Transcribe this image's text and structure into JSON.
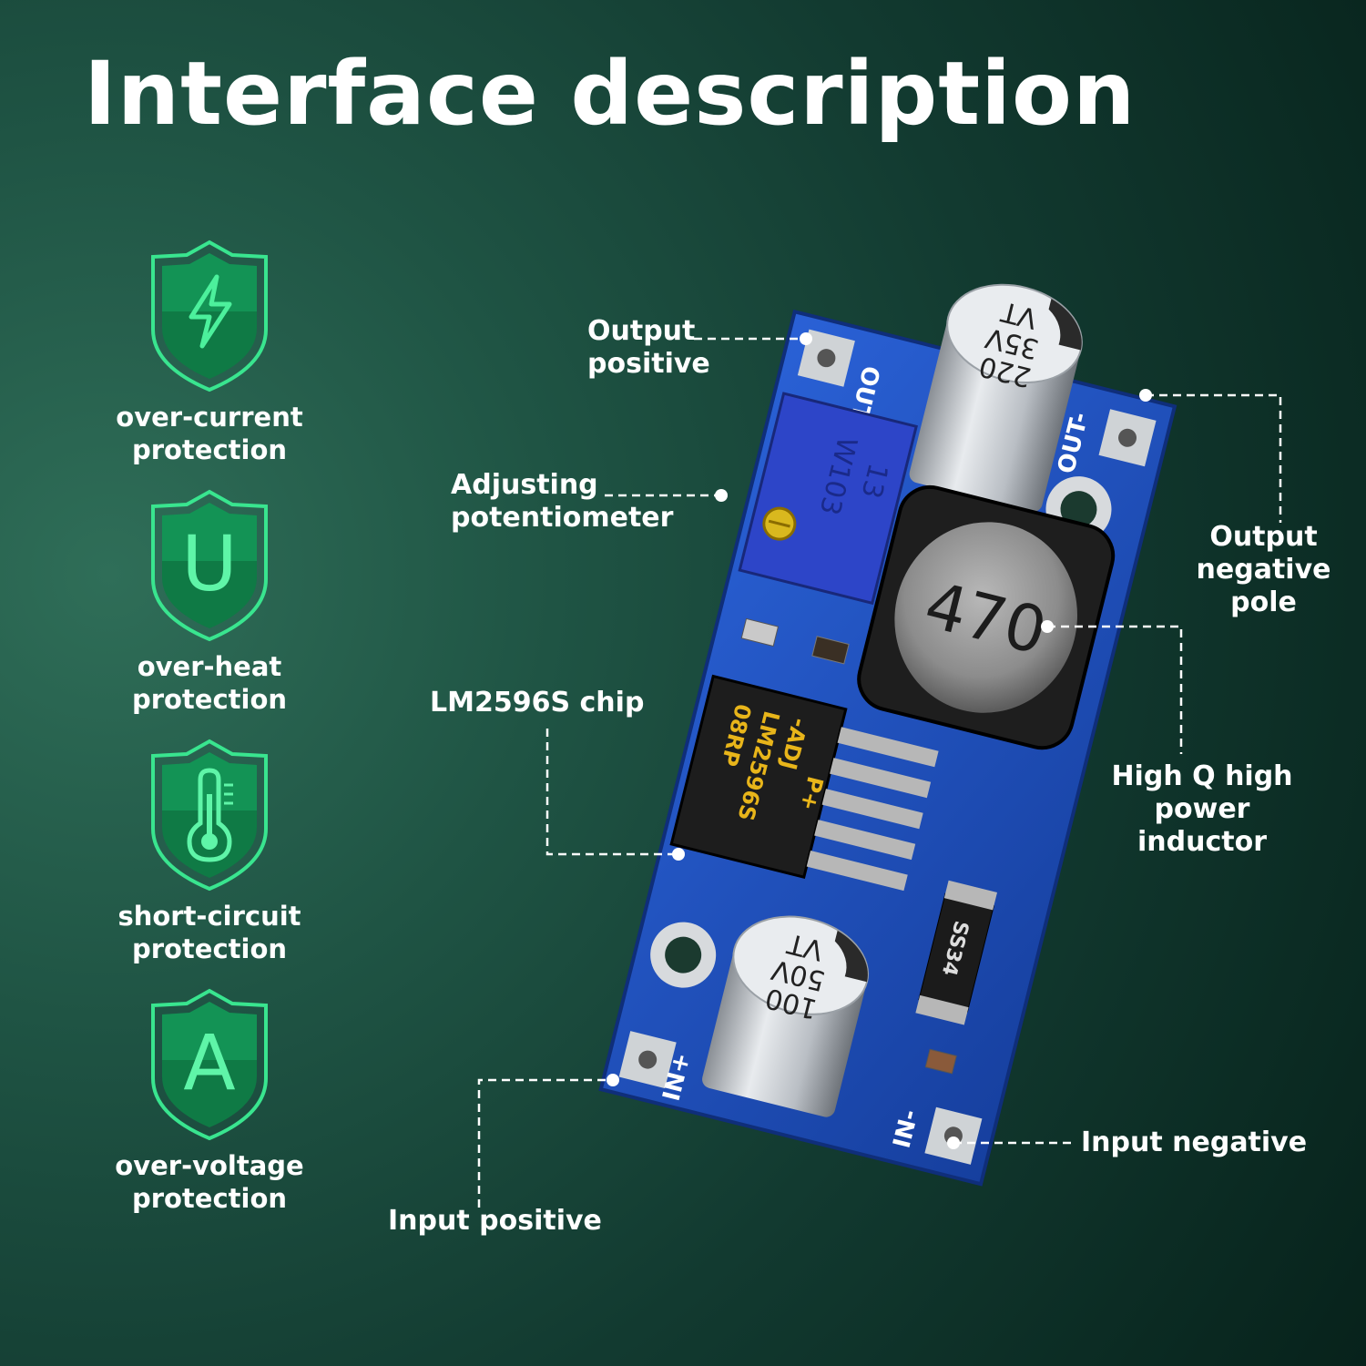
{
  "title": "Interface description",
  "features": [
    {
      "icon": "lightning-bolt-icon",
      "label": "over-current protection"
    },
    {
      "icon": "letter-u-icon",
      "label": "over-heat protection",
      "glyph": "U"
    },
    {
      "icon": "thermometer-icon",
      "label": "short-circuit protection"
    },
    {
      "icon": "letter-a-icon",
      "label": "over-voltage protection",
      "glyph": "A"
    }
  ],
  "callouts": {
    "output_positive": "Output positive",
    "adjusting_potentiometer": "Adjusting potentiometer",
    "lm2596s_chip": "LM2596S chip",
    "input_positive": "Input positive",
    "output_negative_pole": "Output negative pole",
    "high_q_inductor": "High Q high power inductor",
    "input_negative": "Input negative"
  },
  "board_text": {
    "out_plus": "OUT+",
    "out_minus": "OUT-",
    "in_plus": "IN+",
    "in_minus": "IN-",
    "inductor_value": "470",
    "cap_top_lines": [
      "220",
      "35V",
      "VT"
    ],
    "cap_bottom_lines": [
      "100",
      "50V",
      "VT"
    ],
    "pot_lines": [
      "W103",
      "13"
    ],
    "chip_lines": [
      "08RP",
      "LM2596S",
      "-ADJ",
      "P+"
    ],
    "diode": "SS34"
  },
  "colors": {
    "shield_green": "#2fd980",
    "pcb_blue": "#1d4fbf",
    "pot_blue": "#2d45c8"
  }
}
